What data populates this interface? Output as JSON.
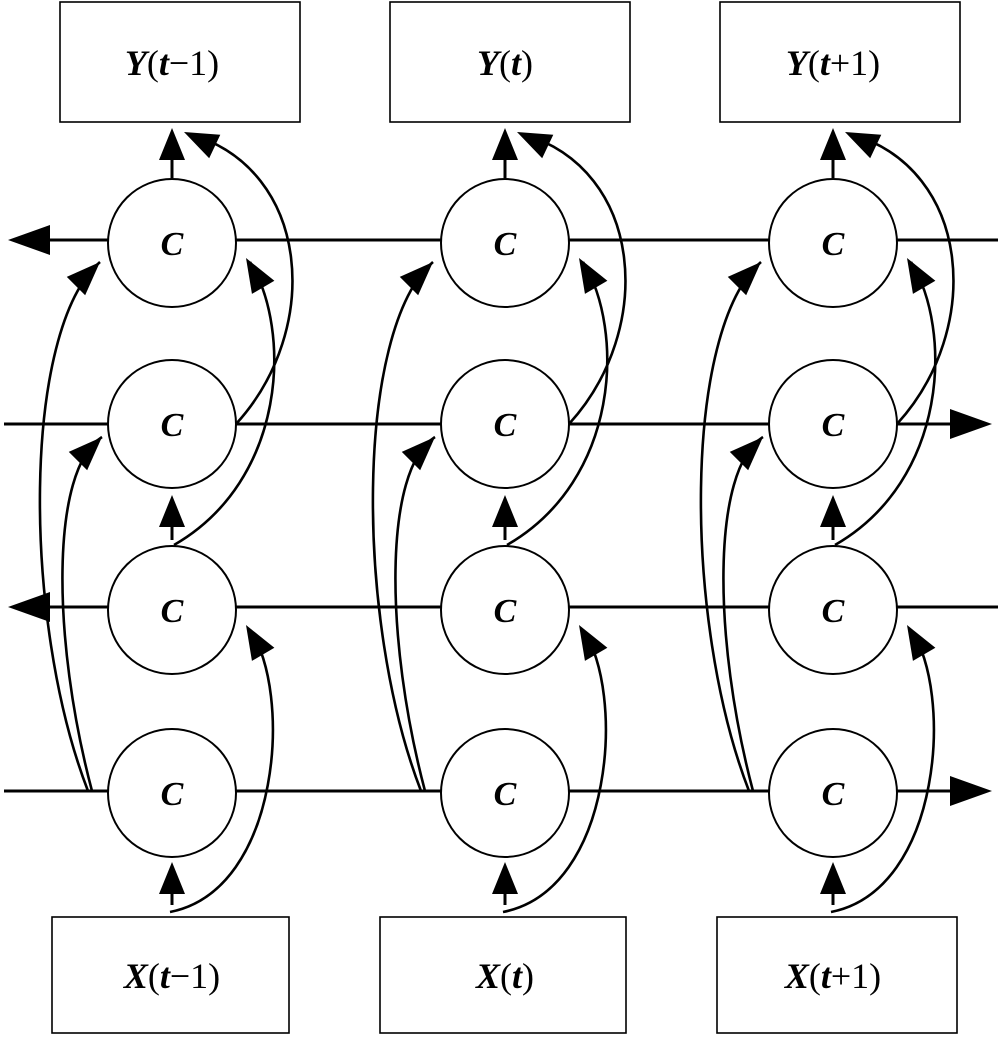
{
  "outputs": [
    {
      "var": "Y",
      "t": "t",
      "op": "−",
      "num": "1"
    },
    {
      "var": "Y",
      "t": "t",
      "op": "",
      "num": ""
    },
    {
      "var": "Y",
      "t": "t",
      "op": "+",
      "num": "1"
    }
  ],
  "inputs": [
    {
      "var": "X",
      "t": "t",
      "op": "−",
      "num": "1"
    },
    {
      "var": "X",
      "t": "t",
      "op": "",
      "num": ""
    },
    {
      "var": "X",
      "t": "t",
      "op": "+",
      "num": "1"
    }
  ],
  "cell_label": "C",
  "layers": [
    {
      "index": 0,
      "direction": "backward"
    },
    {
      "index": 1,
      "direction": "forward"
    },
    {
      "index": 2,
      "direction": "backward"
    },
    {
      "index": 3,
      "direction": "forward"
    }
  ]
}
